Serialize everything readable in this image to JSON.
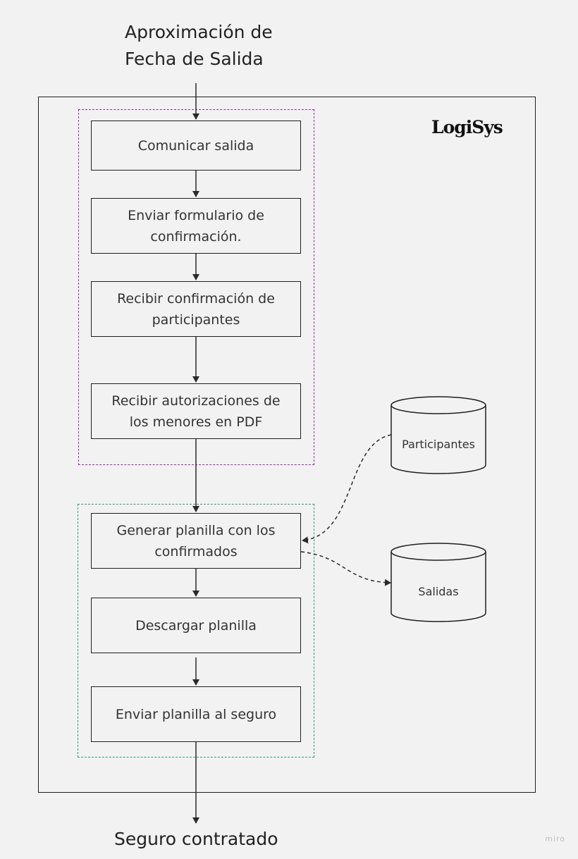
{
  "input": {
    "label": "Aproximación de\nFecha de Salida"
  },
  "output": {
    "label": "Seguro contratado"
  },
  "system": {
    "name": "LogiSys"
  },
  "steps": [
    {
      "label": "Comunicar salida"
    },
    {
      "label": "Enviar formulario de\nconfirmación."
    },
    {
      "label": "Recibir confirmación de\nparticipantes"
    },
    {
      "label": "Recibir autorizaciones de\nlos menores en PDF"
    },
    {
      "label": "Generar planilla con los\nconfirmados"
    },
    {
      "label": "Descargar planilla"
    },
    {
      "label": "Enviar planilla al seguro"
    }
  ],
  "data_stores": [
    {
      "label": "Participantes"
    },
    {
      "label": "Salidas"
    }
  ],
  "groups": [
    {
      "color": "#9c27b0"
    },
    {
      "color": "#26a07f"
    }
  ],
  "watermark": "miro"
}
